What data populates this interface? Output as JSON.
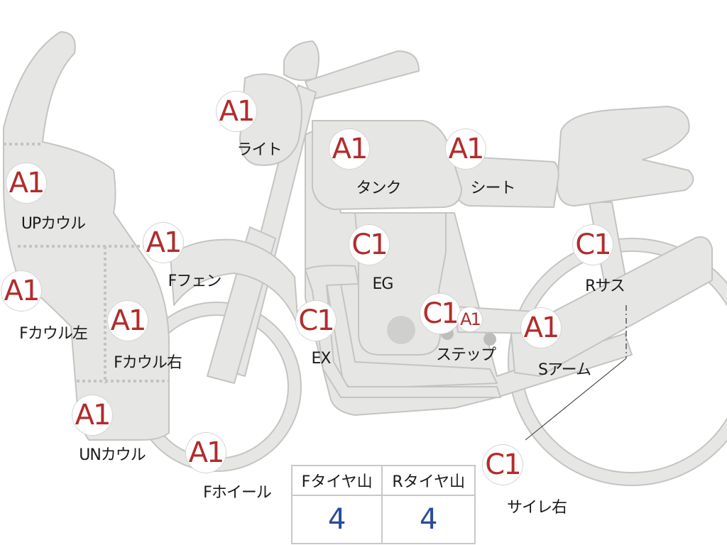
{
  "parts": [
    {
      "id": "light",
      "grade": "A1",
      "label": "ライト"
    },
    {
      "id": "up-cowl",
      "grade": "A1",
      "label": "UPカウル"
    },
    {
      "id": "tank",
      "grade": "A1",
      "label": "タンク"
    },
    {
      "id": "seat",
      "grade": "A1",
      "label": "シート"
    },
    {
      "id": "f-fender",
      "grade": "A1",
      "label": "Fフェン"
    },
    {
      "id": "engine",
      "grade": "C1",
      "label": "EG"
    },
    {
      "id": "r-suspension",
      "grade": "C1",
      "label": "Rサス"
    },
    {
      "id": "f-cowl-left",
      "grade": "A1",
      "label": "Fカウル左"
    },
    {
      "id": "f-cowl-right",
      "grade": "A1",
      "label": "Fカウル右"
    },
    {
      "id": "exhaust",
      "grade": "C1",
      "label": "EX"
    },
    {
      "id": "step",
      "grade": "C1",
      "label": "ステップ",
      "extra_grade": "A1"
    },
    {
      "id": "swing-arm",
      "grade": "A1",
      "label": "Sアーム"
    },
    {
      "id": "under-cowl",
      "grade": "A1",
      "label": "UNカウル"
    },
    {
      "id": "f-wheel",
      "grade": "A1",
      "label": "Fホイール"
    },
    {
      "id": "silencer-right",
      "grade": "C1",
      "label": "サイレ右"
    }
  ],
  "tire_table": {
    "headers": [
      "Fタイヤ山",
      "Rタイヤ山"
    ],
    "values": [
      "4",
      "4"
    ]
  },
  "colors": {
    "grade_text": "#b22c2c",
    "tire_value": "#2a4c9c",
    "part_fill": "#e6e6e4"
  }
}
